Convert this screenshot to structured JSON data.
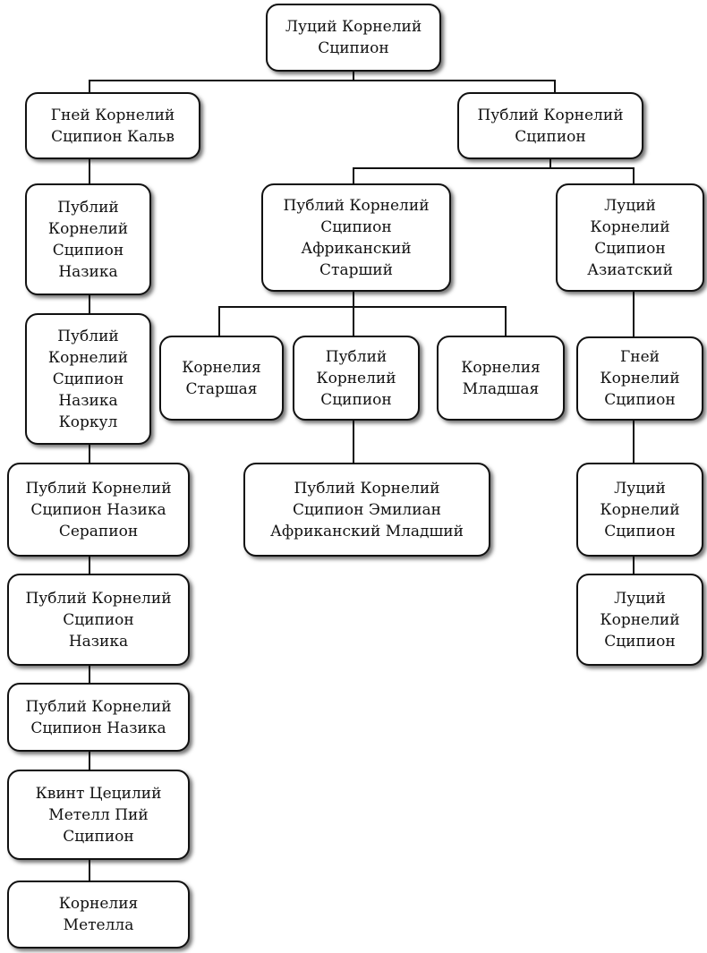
{
  "diagram": {
    "nodes": {
      "lucius_root": "Луций Корнелий\nСципион",
      "gnaeus_calvus": "Гней Корнелий\nСципион Кальв",
      "publius_father": "Публий Корнелий\nСципион",
      "nasica": "Публий\nКорнелий\nСципион\nНазика",
      "nasica_corculum": "Публий\nКорнелий\nСципион\nНазика\nКоркул",
      "nasica_serapio": "Публий Корнелий\nСципион Назика\nСерапион",
      "nasica_3": "Публий Корнелий\nСципион\nНазика",
      "nasica_4": "Публий Корнелий\nСципион Назика",
      "metellus_pius": "Квинт Цецилий\nМетелл Пий\nСципион",
      "cornelia_metella": "Корнелия\nМетелла",
      "africanus_elder": "Публий Корнелий\nСципион\nАфриканский\nСтарший",
      "lucius_asiaticus": "Луций\nКорнелий\nСципион\nАзиатский",
      "cornelia_elder": "Корнелия\nСтаршая",
      "publius_son": "Публий\nКорнелий\nСципион",
      "cornelia_younger": "Корнелия\nМладшая",
      "aemilianus": "Публий Корнелий\nСципион Эмилиан\nАфриканский Младший",
      "gnaeus_son": "Гней\nКорнелий\nСципион",
      "lucius_son": "Луций\nКорнелий\nСципион",
      "lucius_grandson": "Луций\nКорнелий\nСципион"
    },
    "edges": [
      [
        "lucius_root",
        "gnaeus_calvus"
      ],
      [
        "lucius_root",
        "publius_father"
      ],
      [
        "gnaeus_calvus",
        "nasica"
      ],
      [
        "nasica",
        "nasica_corculum"
      ],
      [
        "nasica_corculum",
        "nasica_serapio"
      ],
      [
        "nasica_serapio",
        "nasica_3"
      ],
      [
        "nasica_3",
        "nasica_4"
      ],
      [
        "nasica_4",
        "metellus_pius"
      ],
      [
        "metellus_pius",
        "cornelia_metella"
      ],
      [
        "publius_father",
        "africanus_elder"
      ],
      [
        "publius_father",
        "lucius_asiaticus"
      ],
      [
        "africanus_elder",
        "cornelia_elder"
      ],
      [
        "africanus_elder",
        "publius_son"
      ],
      [
        "africanus_elder",
        "cornelia_younger"
      ],
      [
        "publius_son",
        "aemilianus"
      ],
      [
        "lucius_asiaticus",
        "gnaeus_son"
      ],
      [
        "gnaeus_son",
        "lucius_son"
      ],
      [
        "lucius_son",
        "lucius_grandson"
      ]
    ]
  }
}
